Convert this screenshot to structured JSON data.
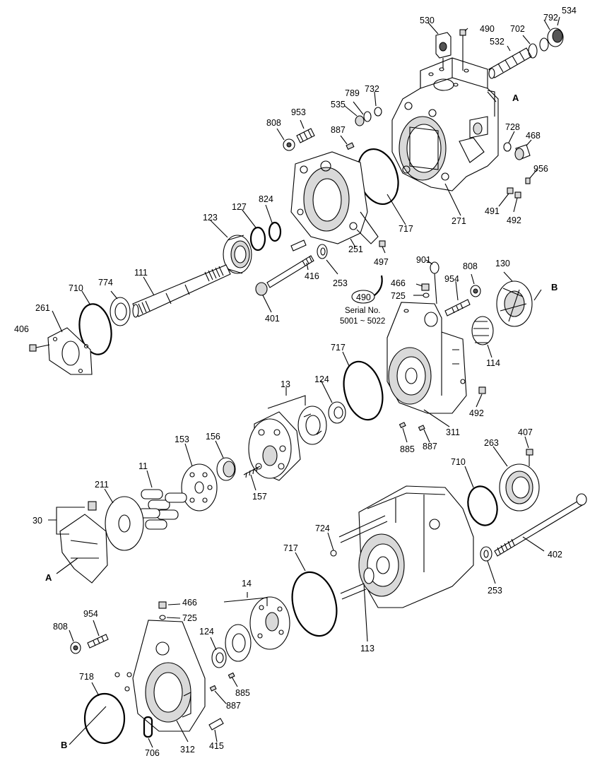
{
  "diagram": {
    "serial_callout": {
      "part": "490",
      "line1": "Serial No.",
      "line2": "5001 ~ 5022"
    },
    "labels": [
      {
        "id": "p530",
        "text": "530"
      },
      {
        "id": "p490a",
        "text": "490"
      },
      {
        "id": "p792",
        "text": "792"
      },
      {
        "id": "p534",
        "text": "534"
      },
      {
        "id": "p702",
        "text": "702"
      },
      {
        "id": "p532",
        "text": "532"
      },
      {
        "id": "pA1",
        "text": "A"
      },
      {
        "id": "p789",
        "text": "789"
      },
      {
        "id": "p732",
        "text": "732"
      },
      {
        "id": "p535",
        "text": "535"
      },
      {
        "id": "p953a",
        "text": "953"
      },
      {
        "id": "p808a",
        "text": "808"
      },
      {
        "id": "p887a",
        "text": "887"
      },
      {
        "id": "p728",
        "text": "728"
      },
      {
        "id": "p468",
        "text": "468"
      },
      {
        "id": "p956",
        "text": "956"
      },
      {
        "id": "p824",
        "text": "824"
      },
      {
        "id": "p127",
        "text": "127"
      },
      {
        "id": "p123",
        "text": "123"
      },
      {
        "id": "p491",
        "text": "491"
      },
      {
        "id": "p492a",
        "text": "492"
      },
      {
        "id": "p717a",
        "text": "717"
      },
      {
        "id": "p271",
        "text": "271"
      },
      {
        "id": "p111",
        "text": "111"
      },
      {
        "id": "p497",
        "text": "497"
      },
      {
        "id": "p251",
        "text": "251"
      },
      {
        "id": "p710a",
        "text": "710"
      },
      {
        "id": "p774",
        "text": "774"
      },
      {
        "id": "p416",
        "text": "416"
      },
      {
        "id": "p253a",
        "text": "253"
      },
      {
        "id": "p901",
        "text": "901"
      },
      {
        "id": "p808b",
        "text": "808"
      },
      {
        "id": "p130",
        "text": "130"
      },
      {
        "id": "p466a",
        "text": "466"
      },
      {
        "id": "p954a",
        "text": "954"
      },
      {
        "id": "pB1",
        "text": "B"
      },
      {
        "id": "p725a",
        "text": "725"
      },
      {
        "id": "p261",
        "text": "261"
      },
      {
        "id": "p401",
        "text": "401"
      },
      {
        "id": "p406",
        "text": "406"
      },
      {
        "id": "p114",
        "text": "114"
      },
      {
        "id": "p717b",
        "text": "717"
      },
      {
        "id": "p13",
        "text": "13"
      },
      {
        "id": "p124a",
        "text": "124"
      },
      {
        "id": "p492b",
        "text": "492"
      },
      {
        "id": "p311",
        "text": "311"
      },
      {
        "id": "p885a",
        "text": "885"
      },
      {
        "id": "p887b",
        "text": "887"
      },
      {
        "id": "p407",
        "text": "407"
      },
      {
        "id": "p153",
        "text": "153"
      },
      {
        "id": "p156",
        "text": "156"
      },
      {
        "id": "p263",
        "text": "263"
      },
      {
        "id": "p710b",
        "text": "710"
      },
      {
        "id": "p11",
        "text": "11"
      },
      {
        "id": "p157",
        "text": "157"
      },
      {
        "id": "p211",
        "text": "211"
      },
      {
        "id": "p30",
        "text": "30"
      },
      {
        "id": "p724",
        "text": "724"
      },
      {
        "id": "p402",
        "text": "402"
      },
      {
        "id": "p717c",
        "text": "717"
      },
      {
        "id": "pA2",
        "text": "A"
      },
      {
        "id": "p253b",
        "text": "253"
      },
      {
        "id": "p14",
        "text": "14"
      },
      {
        "id": "p466b",
        "text": "466"
      },
      {
        "id": "p725b",
        "text": "725"
      },
      {
        "id": "p954b",
        "text": "954"
      },
      {
        "id": "p808c",
        "text": "808"
      },
      {
        "id": "p124b",
        "text": "124"
      },
      {
        "id": "p113",
        "text": "113"
      },
      {
        "id": "p718",
        "text": "718"
      },
      {
        "id": "p885b",
        "text": "885"
      },
      {
        "id": "p887c",
        "text": "887"
      },
      {
        "id": "p415",
        "text": "415"
      },
      {
        "id": "pB2",
        "text": "B"
      },
      {
        "id": "p706",
        "text": "706"
      },
      {
        "id": "p312",
        "text": "312"
      }
    ]
  }
}
